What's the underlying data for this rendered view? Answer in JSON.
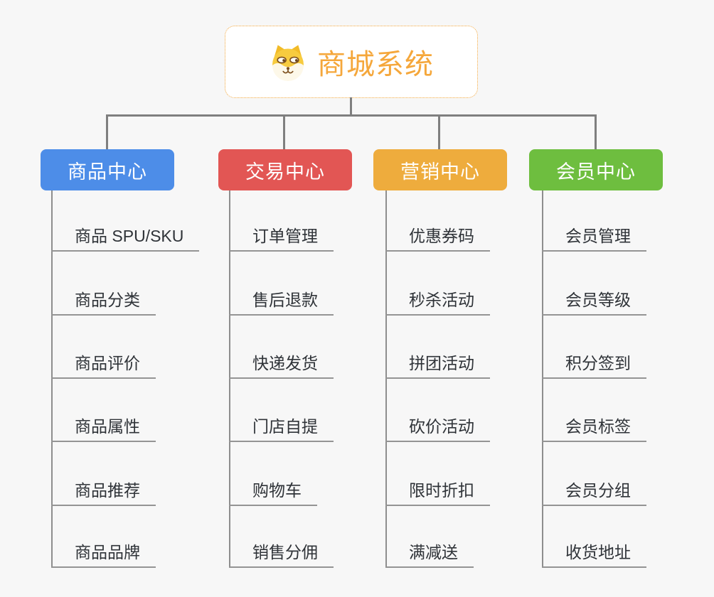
{
  "page": {
    "background_color": "#F7F7F7"
  },
  "root": {
    "title": "商城系统",
    "icon": "doge-icon",
    "accent_color": "#F5A73B",
    "border_color": "#F3A73C"
  },
  "connectors": {
    "line_color": "#7F7F7F",
    "trunk_color": "#8E8E8E",
    "underline_color": "#949494"
  },
  "branches": [
    {
      "label": "商品中心",
      "color": "#4D8DE8",
      "items": [
        "商品 SPU/SKU",
        "商品分类",
        "商品评价",
        "商品属性",
        "商品推荐",
        "商品品牌"
      ]
    },
    {
      "label": "交易中心",
      "color": "#E25654",
      "items": [
        "订单管理",
        "售后退款",
        "快递发货",
        "门店自提",
        "购物车",
        "销售分佣"
      ]
    },
    {
      "label": "营销中心",
      "color": "#EEAC3D",
      "items": [
        "优惠券码",
        "秒杀活动",
        "拼团活动",
        "砍价活动",
        "限时折扣",
        "满减送"
      ]
    },
    {
      "label": "会员中心",
      "color": "#6EBE3F",
      "items": [
        "会员管理",
        "会员等级",
        "积分签到",
        "会员标签",
        "会员分组",
        "收货地址"
      ]
    }
  ]
}
